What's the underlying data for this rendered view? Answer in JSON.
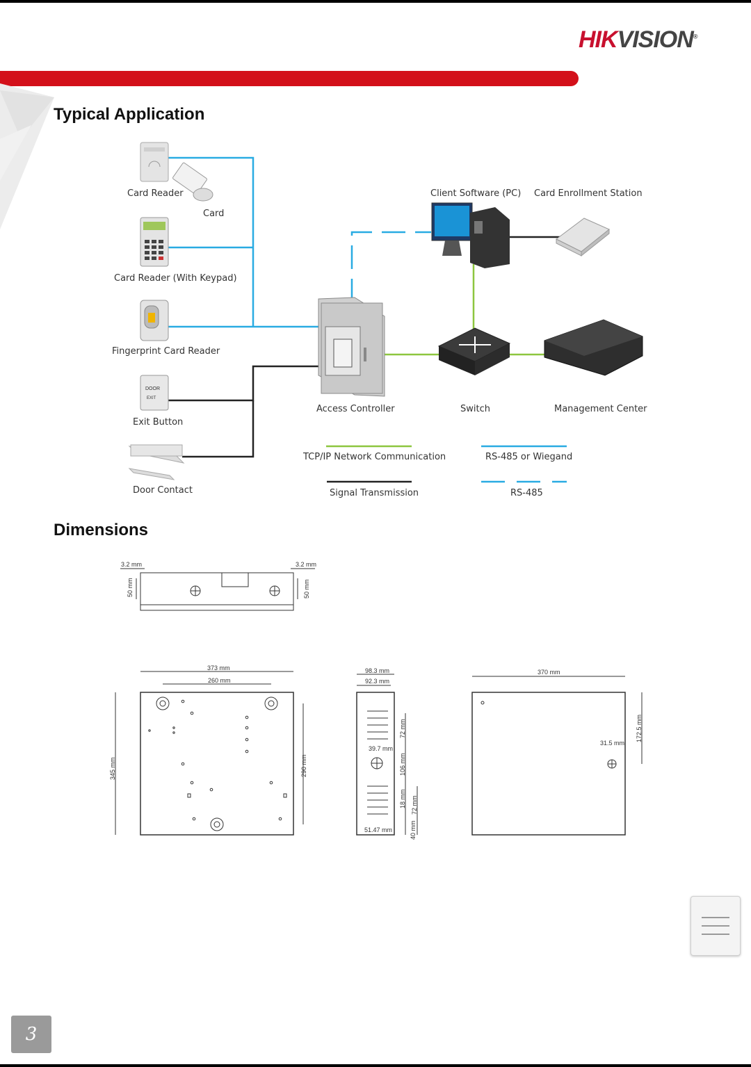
{
  "brand": {
    "logo_main": "HIK",
    "logo_sub": "VISION",
    "logo_mark": "®"
  },
  "sections": {
    "typical_application": "Typical Application",
    "dimensions": "Dimensions"
  },
  "application": {
    "card_reader": "Card Reader",
    "card": "Card",
    "card_reader_keypad": "Card Reader (With Keypad)",
    "fingerprint_reader": "Fingerprint Card Reader",
    "exit_button": "Exit Button",
    "door_contact": "Door Contact",
    "client_software": "Client Software (PC)",
    "enrollment_station": "Card Enrollment Station",
    "access_controller": "Access Controller",
    "switch": "Switch",
    "management_center": "Management Center"
  },
  "legend": {
    "tcpip": "TCP/IP Network Communication",
    "rs485_wiegand": "RS-485 or Wiegand",
    "signal": "Signal Transmission",
    "rs485": "RS-485"
  },
  "icon_text": {
    "door": "DOOR",
    "exit": "EXIT"
  },
  "dimensions": {
    "top_left": "3.2 mm",
    "top_right": "3.2 mm",
    "top_h_left": "50 mm",
    "top_h_right": "50 mm",
    "front_w": "373 mm",
    "front_inner": "260 mm",
    "front_h": "345 mm",
    "front_inner_h": "290 mm",
    "side_w": "98.3 mm",
    "side_inner": "92.3 mm",
    "side_72a": "72 mm",
    "side_39": "39.7 mm",
    "side_106": "106 mm",
    "side_18": "18 mm",
    "side_72b": "72 mm",
    "side_51": "51.47 mm",
    "side_40": "40 mm",
    "back_w": "370 mm",
    "back_31": "31.5 mm",
    "back_172": "172.5 mm"
  },
  "colors": {
    "brand_red": "#d3101a",
    "tcpip_line": "#8dc63f",
    "rs485_line": "#29abe2",
    "signal_line": "#222222"
  },
  "icons": {
    "menu": "hamburger-menu-icon"
  },
  "page": {
    "number": "3"
  }
}
